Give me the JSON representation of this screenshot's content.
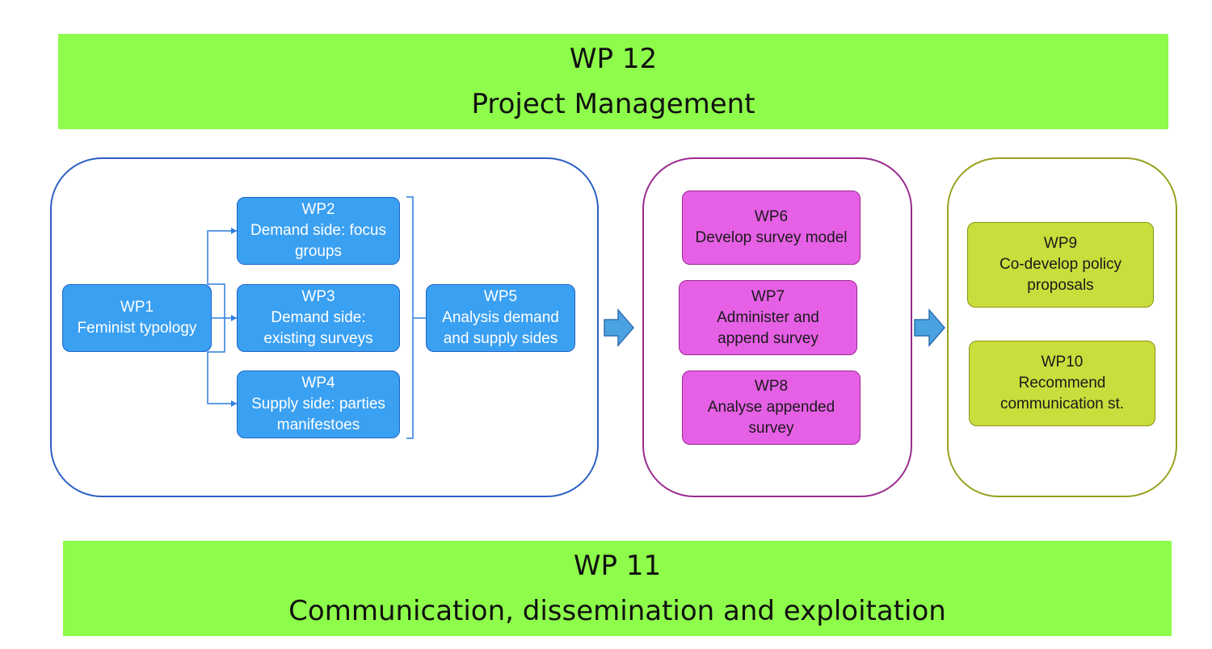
{
  "top_banner": {
    "line1": "WP 12",
    "line2": "Project Management"
  },
  "bottom_banner": {
    "line1": "WP 11",
    "line2": "Communication, dissemination and exploitation"
  },
  "work_packages": {
    "wp1": {
      "id": "WP1",
      "lines": [
        "Feminist typology"
      ]
    },
    "wp2": {
      "id": "WP2",
      "lines": [
        "Demand side: focus",
        "groups"
      ]
    },
    "wp3": {
      "id": "WP3",
      "lines": [
        "Demand side:",
        "existing surveys"
      ]
    },
    "wp4": {
      "id": "WP4",
      "lines": [
        "Supply side: parties",
        "manifestoes"
      ]
    },
    "wp5": {
      "id": "WP5",
      "lines": [
        "Analysis demand",
        "and supply sides"
      ]
    },
    "wp6": {
      "id": "WP6",
      "lines": [
        "Develop survey model"
      ]
    },
    "wp7": {
      "id": "WP7",
      "lines": [
        "Administer and",
        "append survey"
      ]
    },
    "wp8": {
      "id": "WP8",
      "lines": [
        "Analyse appended",
        "survey"
      ]
    },
    "wp9": {
      "id": "WP9",
      "lines": [
        "Co-develop policy",
        "proposals"
      ]
    },
    "wp10": {
      "id": "WP10",
      "lines": [
        "Recommend",
        "communication st."
      ]
    }
  },
  "colors": {
    "banner": "#8dfc4a",
    "research_phase": "#3aa0f2",
    "survey_phase": "#e660e6",
    "policy_phase": "#c9dd3c",
    "flow_arrow": "#4aa3e0"
  }
}
